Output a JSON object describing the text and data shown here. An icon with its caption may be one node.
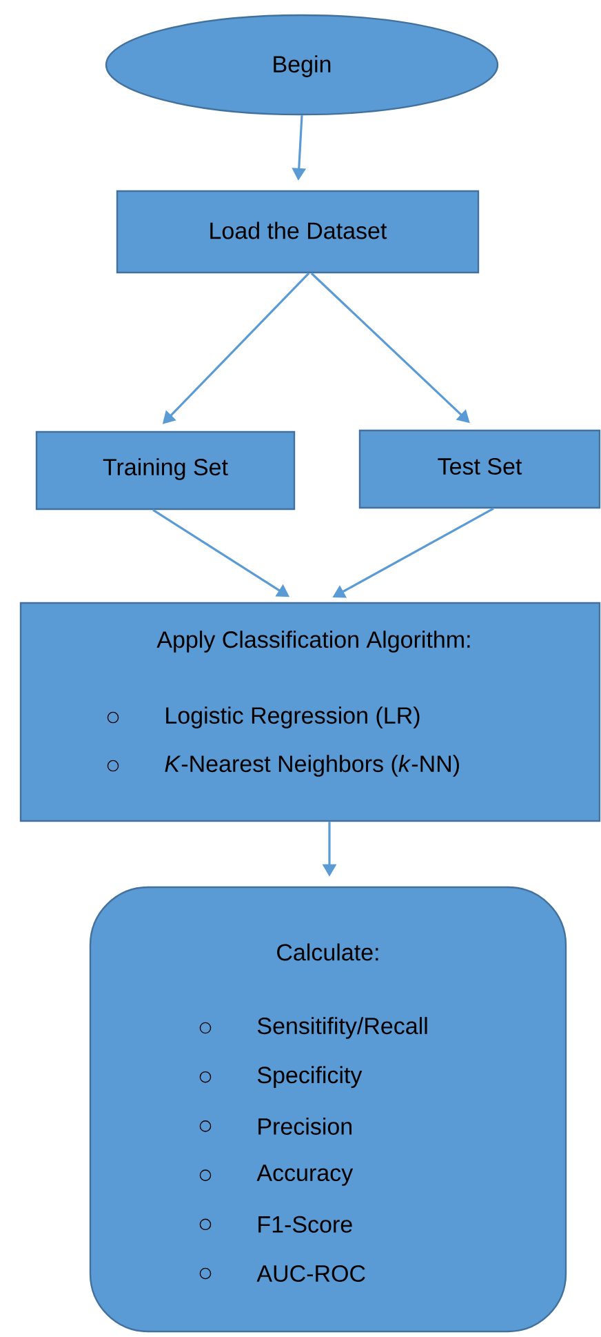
{
  "diagram": {
    "nodes": [
      {
        "text": [
          "Begin"
        ]
      },
      {
        "text": [
          "Load the Dataset"
        ]
      },
      {
        "text": [
          "Training Set"
        ]
      },
      {
        "text": [
          "Test Set"
        ]
      },
      {
        "text": [
          "Apply Classification Algorithm:",
          "Logistic Regression (LR)",
          "*K*-Nearest Neighbors (*k*-NN)"
        ]
      },
      {
        "text": [
          "Calculate:",
          "Sensitifity/Recall",
          "Specificity",
          "Precision",
          "Accuracy",
          "F1-Score",
          "AUC-ROC"
        ]
      }
    ],
    "edges": [
      {
        "from": 0,
        "to": 1,
        "arrow": "to"
      },
      {
        "from": 1,
        "to": 2,
        "arrow": "to"
      },
      {
        "from": 1,
        "to": 3,
        "arrow": "to"
      },
      {
        "from": 2,
        "to": 4,
        "arrow": "to"
      },
      {
        "from": 3,
        "to": 4,
        "arrow": "to"
      },
      {
        "from": 4,
        "to": 5,
        "arrow": "to"
      }
    ]
  }
}
